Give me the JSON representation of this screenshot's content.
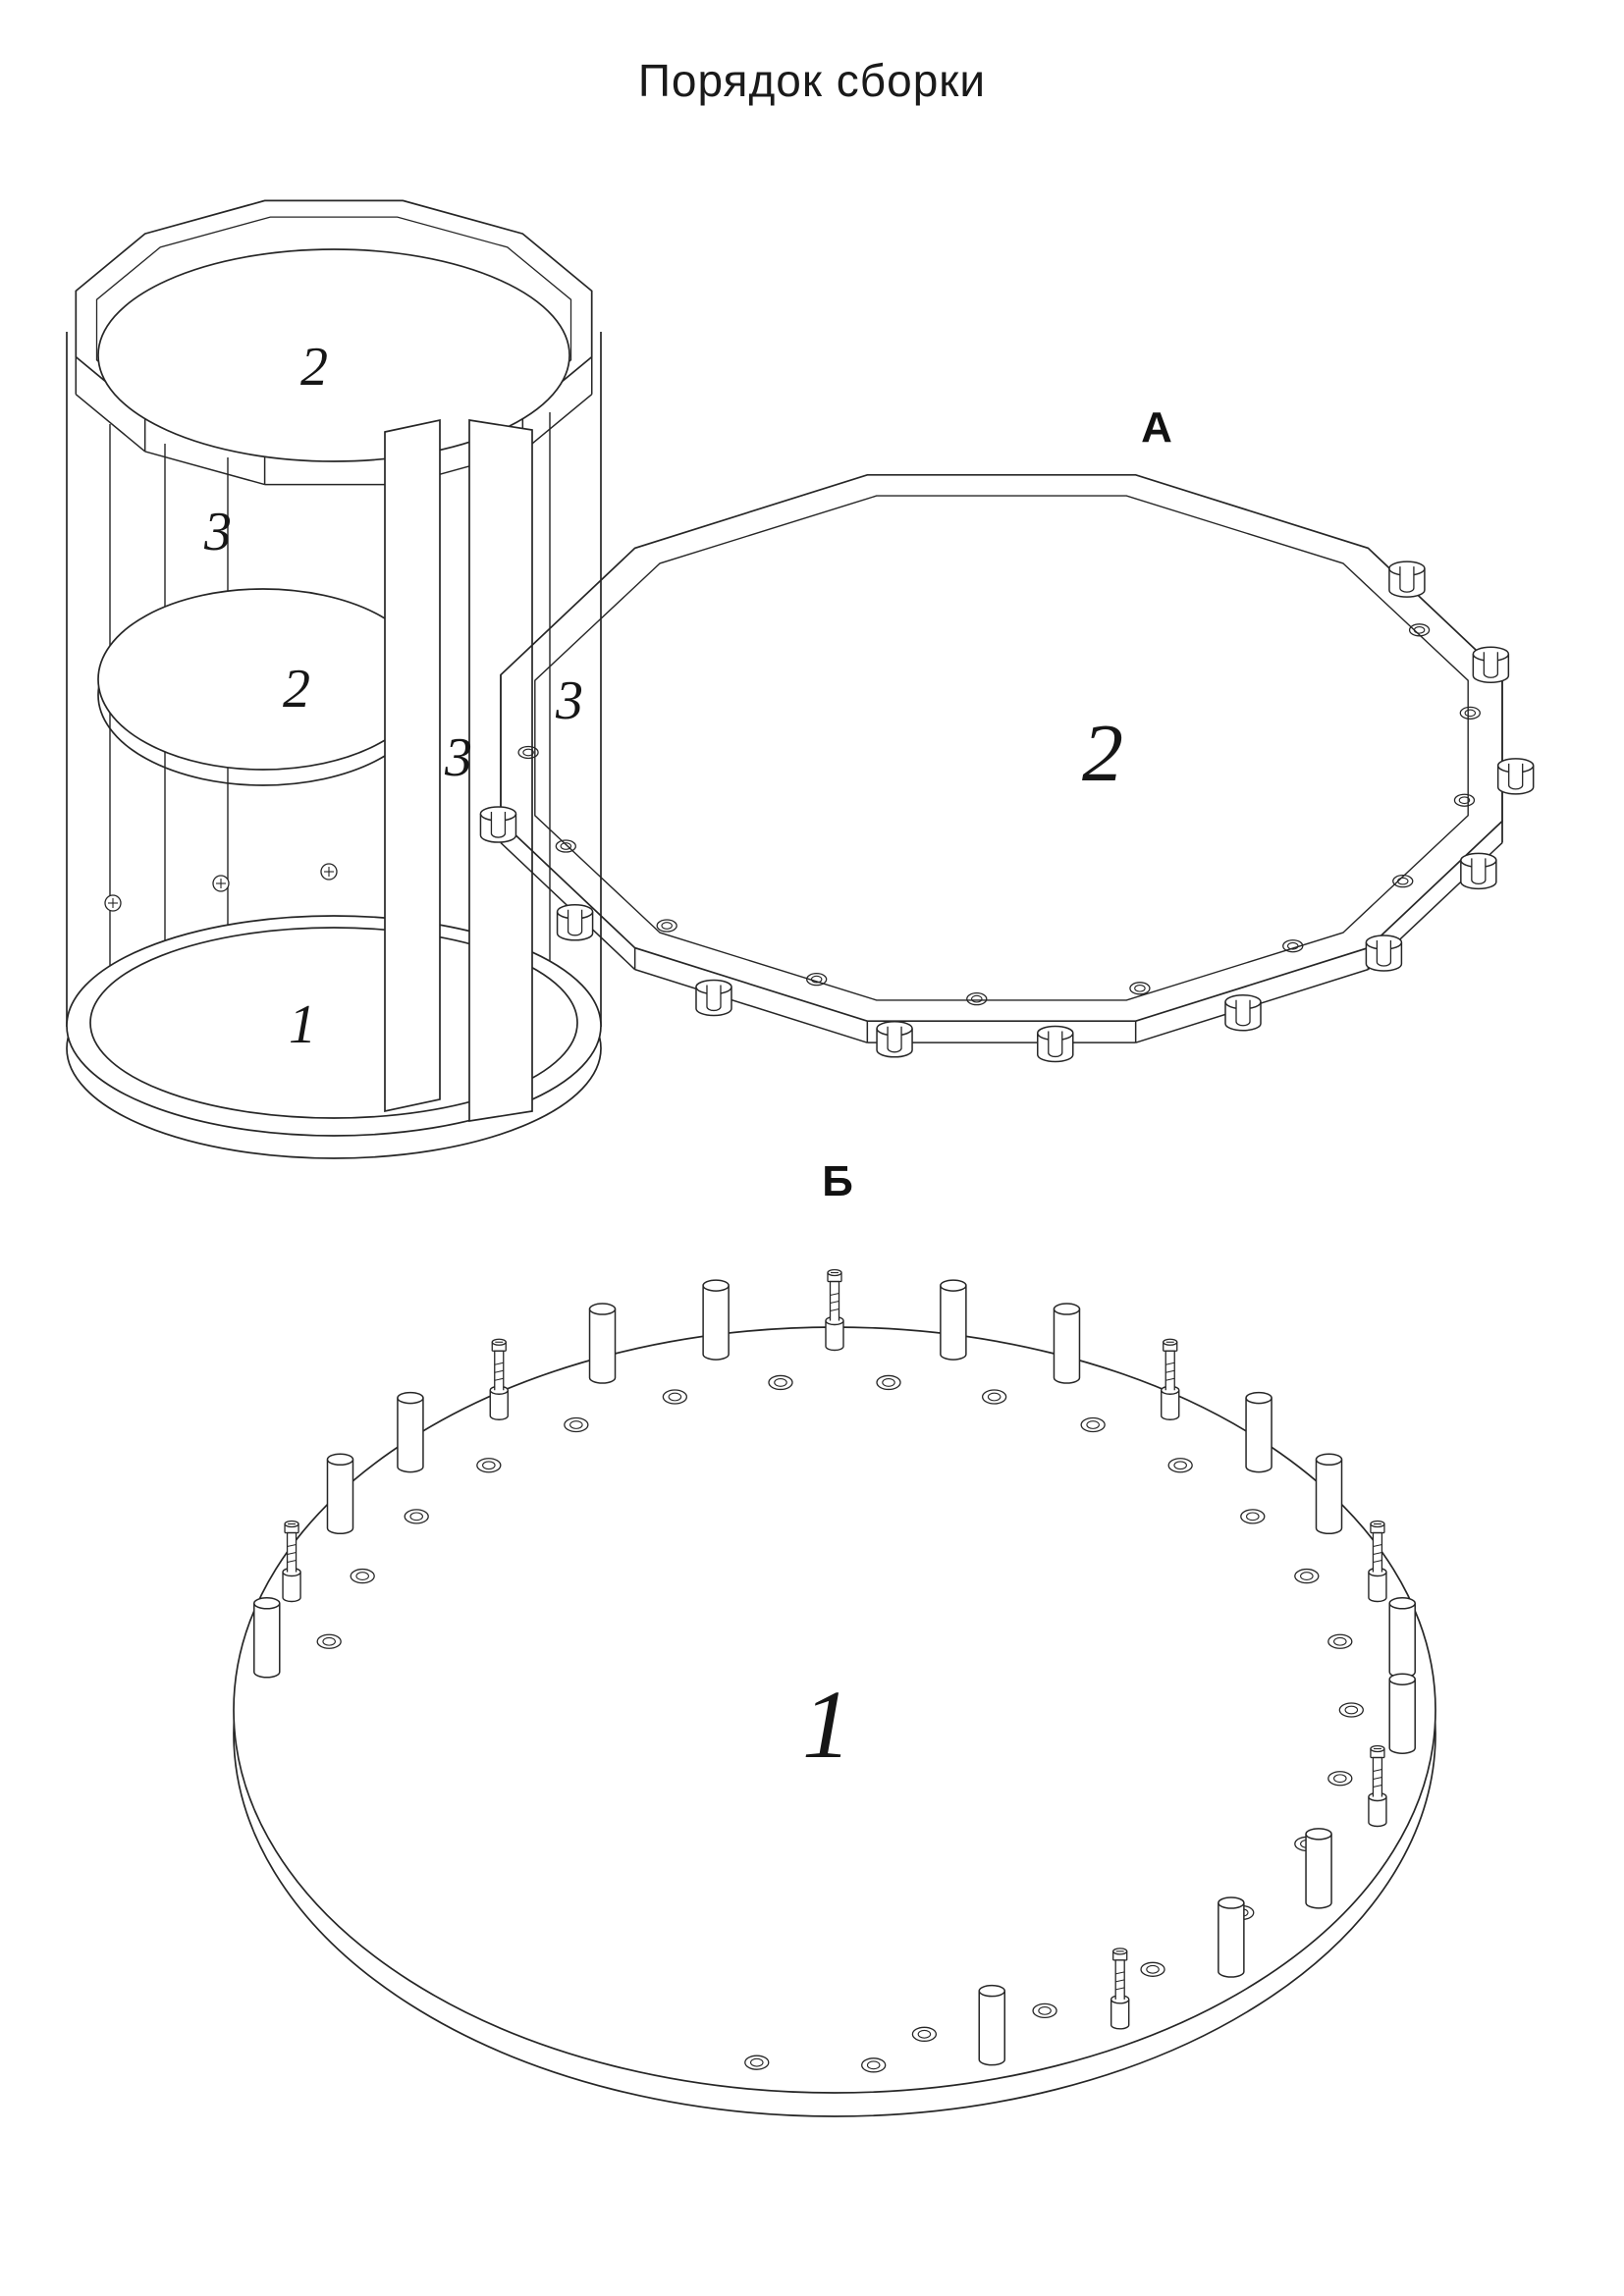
{
  "title": "Порядок сборки",
  "assembled_view": {
    "part_labels": {
      "top_shelf": "2",
      "back_panel": "3",
      "mid_shelf": "2",
      "front_panel": "3",
      "side_panel": "3",
      "base": "1"
    }
  },
  "step_a": {
    "heading": "А",
    "part_label": "2"
  },
  "step_b": {
    "heading": "Б",
    "part_label": "1"
  }
}
